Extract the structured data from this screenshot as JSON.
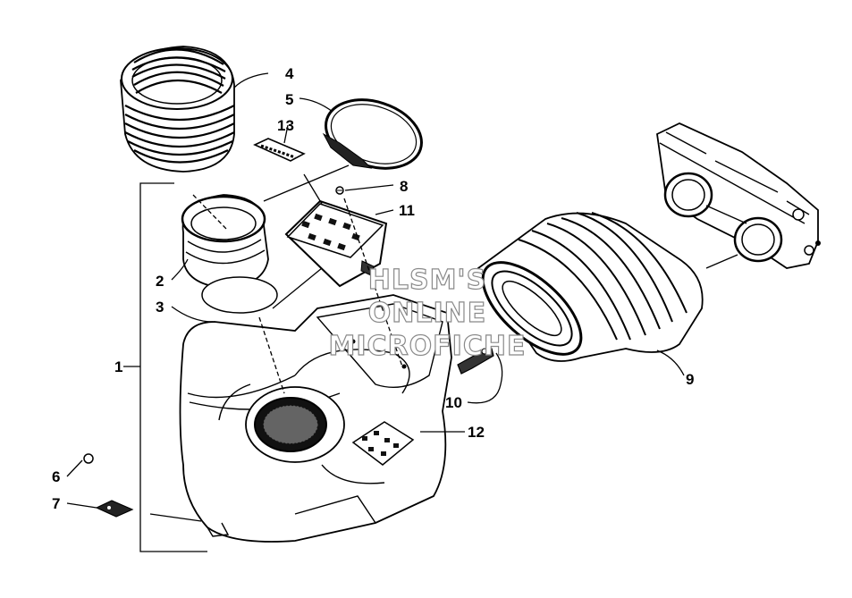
{
  "diagram": {
    "callouts": [
      {
        "id": "1",
        "label": "1"
      },
      {
        "id": "2",
        "label": "2"
      },
      {
        "id": "3",
        "label": "3"
      },
      {
        "id": "4",
        "label": "4"
      },
      {
        "id": "5",
        "label": "5"
      },
      {
        "id": "6",
        "label": "6"
      },
      {
        "id": "7",
        "label": "7"
      },
      {
        "id": "8",
        "label": "8"
      },
      {
        "id": "9",
        "label": "9"
      },
      {
        "id": "10",
        "label": "10"
      },
      {
        "id": "11",
        "label": "11"
      },
      {
        "id": "12",
        "label": "12"
      },
      {
        "id": "13",
        "label": "13"
      }
    ],
    "watermark": [
      "HLSM'S",
      "ONLINE",
      "MICROFICHE"
    ]
  }
}
